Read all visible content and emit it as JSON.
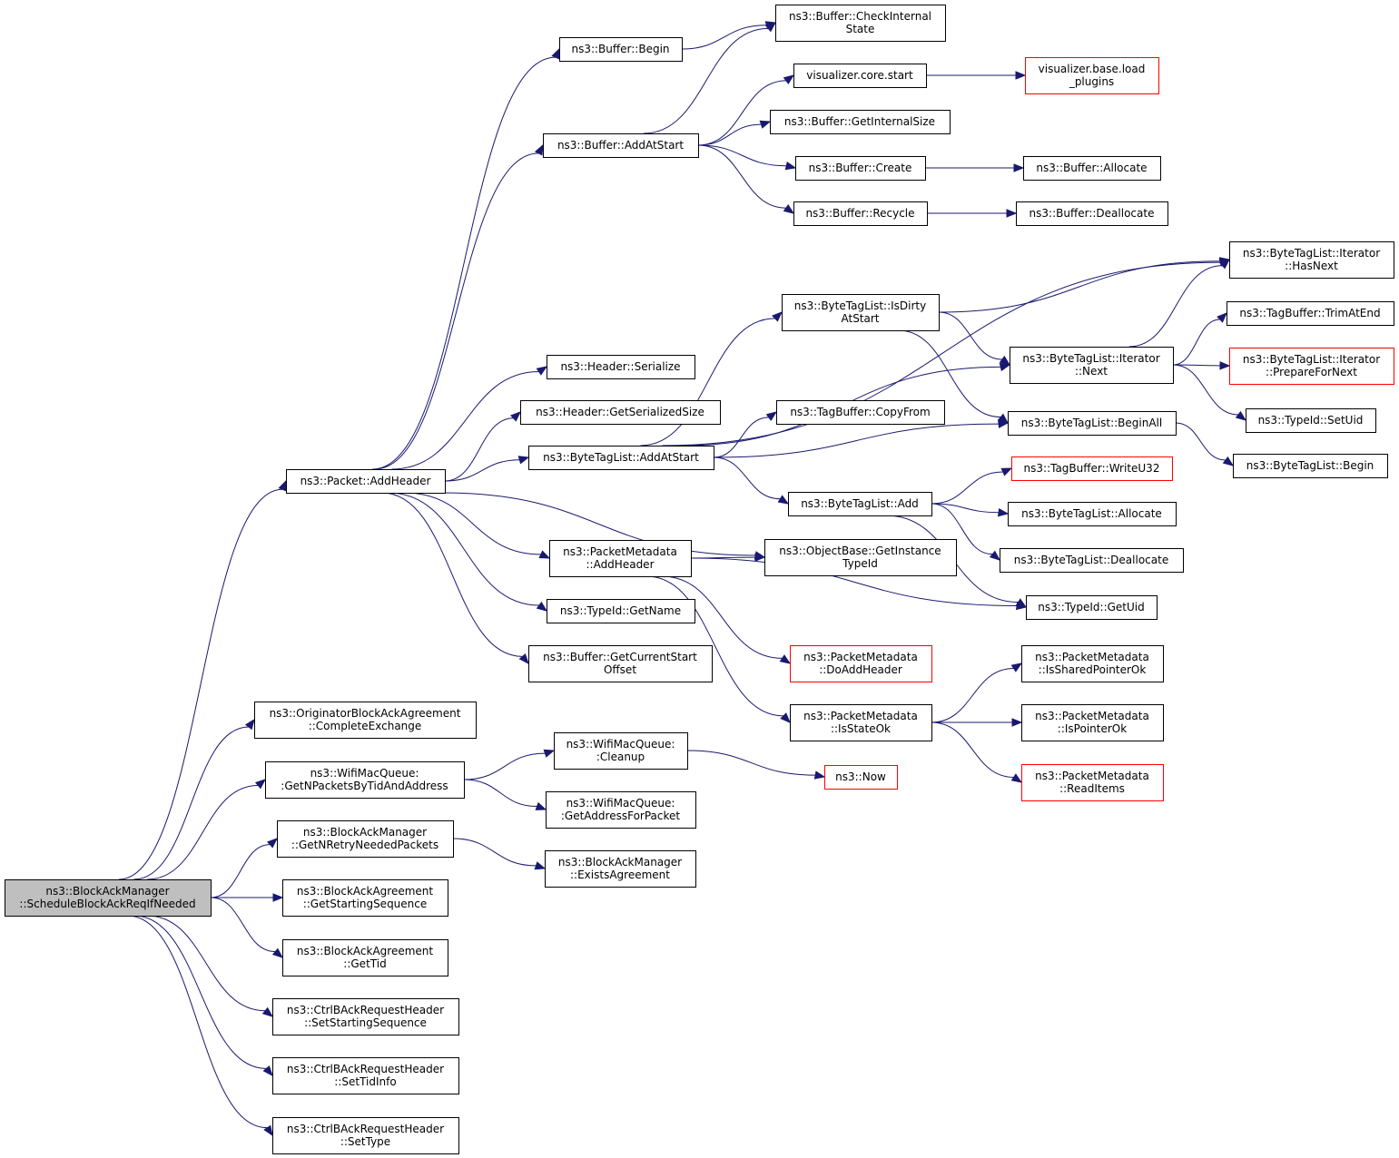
{
  "nodes": {
    "root": [
      "ns3::BlockAckManager",
      "::ScheduleBlockAckReqIfNeeded"
    ],
    "packet_addheader": [
      "ns3::Packet::AddHeader"
    ],
    "complete_exchange": [
      "ns3::OriginatorBlockAckAgreement",
      "::CompleteExchange"
    ],
    "get_npackets": [
      "ns3::WifiMacQueue:",
      ":GetNPacketsByTidAndAddress"
    ],
    "get_nretry": [
      "ns3::BlockAckManager",
      "::GetNRetryNeededPackets"
    ],
    "get_starting_seq": [
      "ns3::BlockAckAgreement",
      "::GetStartingSequence"
    ],
    "get_tid": [
      "ns3::BlockAckAgreement",
      "::GetTid"
    ],
    "set_starting_seq": [
      "ns3::CtrlBAckRequestHeader",
      "::SetStartingSequence"
    ],
    "set_tid_info": [
      "ns3::CtrlBAckRequestHeader",
      "::SetTidInfo"
    ],
    "set_type": [
      "ns3::CtrlBAckRequestHeader",
      "::SetType"
    ],
    "buffer_begin": [
      "ns3::Buffer::Begin"
    ],
    "buffer_addatstart": [
      "ns3::Buffer::AddAtStart"
    ],
    "header_serialize": [
      "ns3::Header::Serialize"
    ],
    "header_getserializedsize": [
      "ns3::Header::GetSerializedSize"
    ],
    "bytetaglist_addatstart": [
      "ns3::ByteTagList::AddAtStart"
    ],
    "packetmetadata_addheader": [
      "ns3::PacketMetadata",
      "::AddHeader"
    ],
    "typeid_getname": [
      "ns3::TypeId::GetName"
    ],
    "buffer_getcurrentstartoffset": [
      "ns3::Buffer::GetCurrentStart",
      "Offset"
    ],
    "wifimacqueue_cleanup": [
      "ns3::WifiMacQueue:",
      ":Cleanup"
    ],
    "wifimacqueue_getaddressforpacket": [
      "ns3::WifiMacQueue:",
      ":GetAddressForPacket"
    ],
    "blockackmanager_existsagreement": [
      "ns3::BlockAckManager",
      "::ExistsAgreement"
    ],
    "buffer_checkinternalstate": [
      "ns3::Buffer::CheckInternal",
      "State"
    ],
    "visualizer_core_start": [
      "visualizer.core.start"
    ],
    "buffer_getinternalsize": [
      "ns3::Buffer::GetInternalSize"
    ],
    "buffer_create": [
      "ns3::Buffer::Create"
    ],
    "buffer_recycle": [
      "ns3::Buffer::Recycle"
    ],
    "bytetaglist_isdirtyatstart": [
      "ns3::ByteTagList::IsDirty",
      "AtStart"
    ],
    "tagbuffer_copyfrom": [
      "ns3::TagBuffer::CopyFrom"
    ],
    "bytetaglist_add": [
      "ns3::ByteTagList::Add"
    ],
    "objectbase_getinstancetypeid": [
      "ns3::ObjectBase::GetInstance",
      "TypeId"
    ],
    "packetmetadata_doaddheader": [
      "ns3::PacketMetadata",
      "::DoAddHeader"
    ],
    "packetmetadata_isstateok": [
      "ns3::PacketMetadata",
      "::IsStateOk"
    ],
    "ns3_now": [
      "ns3::Now"
    ],
    "visualizer_base_load_plugins": [
      "visualizer.base.load",
      "_plugins"
    ],
    "buffer_allocate": [
      "ns3::Buffer::Allocate"
    ],
    "buffer_deallocate": [
      "ns3::Buffer::Deallocate"
    ],
    "iterator_hasnext": [
      "ns3::ByteTagList::Iterator",
      "::HasNext"
    ],
    "iterator_next": [
      "ns3::ByteTagList::Iterator",
      "::Next"
    ],
    "bytetaglist_beginall": [
      "ns3::ByteTagList::BeginAll"
    ],
    "tagbuffer_writeu32": [
      "ns3::TagBuffer::WriteU32"
    ],
    "bytetaglist_allocate": [
      "ns3::ByteTagList::Allocate"
    ],
    "bytetaglist_deallocate": [
      "ns3::ByteTagList::Deallocate"
    ],
    "typeid_getuid": [
      "ns3::TypeId::GetUid"
    ],
    "packetmetadata_issharedpointerok": [
      "ns3::PacketMetadata",
      "::IsSharedPointerOk"
    ],
    "packetmetadata_ispointerok": [
      "ns3::PacketMetadata",
      "::IsPointerOk"
    ],
    "packetmetadata_readitems": [
      "ns3::PacketMetadata",
      "::ReadItems"
    ],
    "tagbuffer_trimatend": [
      "ns3::TagBuffer::TrimAtEnd"
    ],
    "iterator_preparefornext": [
      "ns3::ByteTagList::Iterator",
      "::PrepareForNext"
    ],
    "typeid_setuid": [
      "ns3::TypeId::SetUid"
    ],
    "bytetaglist_begin": [
      "ns3::ByteTagList::Begin"
    ]
  },
  "highlighted_node": "root",
  "truncated_nodes": [
    "visualizer_base_load_plugins",
    "tagbuffer_writeu32",
    "packetmetadata_doaddheader",
    "ns3_now",
    "packetmetadata_readitems",
    "iterator_preparefornext"
  ],
  "edges": [
    [
      "root",
      "packet_addheader"
    ],
    [
      "root",
      "complete_exchange"
    ],
    [
      "root",
      "get_npackets"
    ],
    [
      "root",
      "get_nretry"
    ],
    [
      "root",
      "get_starting_seq"
    ],
    [
      "root",
      "get_tid"
    ],
    [
      "root",
      "set_starting_seq"
    ],
    [
      "root",
      "set_tid_info"
    ],
    [
      "root",
      "set_type"
    ],
    [
      "packet_addheader",
      "buffer_begin"
    ],
    [
      "packet_addheader",
      "buffer_addatstart"
    ],
    [
      "packet_addheader",
      "header_serialize"
    ],
    [
      "packet_addheader",
      "header_getserializedsize"
    ],
    [
      "packet_addheader",
      "bytetaglist_addatstart"
    ],
    [
      "packet_addheader",
      "packetmetadata_addheader"
    ],
    [
      "packet_addheader",
      "objectbase_getinstancetypeid"
    ],
    [
      "packet_addheader",
      "typeid_getname"
    ],
    [
      "packet_addheader",
      "buffer_getcurrentstartoffset"
    ],
    [
      "get_npackets",
      "wifimacqueue_cleanup"
    ],
    [
      "get_npackets",
      "wifimacqueue_getaddressforpacket"
    ],
    [
      "get_nretry",
      "blockackmanager_existsagreement"
    ],
    [
      "wifimacqueue_cleanup",
      "ns3_now"
    ],
    [
      "buffer_begin",
      "buffer_checkinternalstate"
    ],
    [
      "buffer_addatstart",
      "buffer_checkinternalstate"
    ],
    [
      "buffer_addatstart",
      "visualizer_core_start"
    ],
    [
      "buffer_addatstart",
      "buffer_getinternalsize"
    ],
    [
      "buffer_addatstart",
      "buffer_create"
    ],
    [
      "buffer_addatstart",
      "buffer_recycle"
    ],
    [
      "visualizer_core_start",
      "visualizer_base_load_plugins"
    ],
    [
      "buffer_create",
      "buffer_allocate"
    ],
    [
      "buffer_recycle",
      "buffer_deallocate"
    ],
    [
      "bytetaglist_addatstart",
      "iterator_hasnext"
    ],
    [
      "bytetaglist_addatstart",
      "bytetaglist_isdirtyatstart"
    ],
    [
      "bytetaglist_addatstart",
      "iterator_next"
    ],
    [
      "bytetaglist_addatstart",
      "tagbuffer_copyfrom"
    ],
    [
      "bytetaglist_addatstart",
      "bytetaglist_beginall"
    ],
    [
      "bytetaglist_addatstart",
      "bytetaglist_add"
    ],
    [
      "bytetaglist_isdirtyatstart",
      "iterator_hasnext"
    ],
    [
      "bytetaglist_isdirtyatstart",
      "iterator_next"
    ],
    [
      "bytetaglist_isdirtyatstart",
      "bytetaglist_beginall"
    ],
    [
      "iterator_next",
      "iterator_hasnext"
    ],
    [
      "iterator_next",
      "tagbuffer_trimatend"
    ],
    [
      "iterator_next",
      "iterator_preparefornext"
    ],
    [
      "iterator_next",
      "typeid_setuid"
    ],
    [
      "bytetaglist_beginall",
      "bytetaglist_begin"
    ],
    [
      "bytetaglist_add",
      "tagbuffer_writeu32"
    ],
    [
      "bytetaglist_add",
      "bytetaglist_allocate"
    ],
    [
      "bytetaglist_add",
      "bytetaglist_deallocate"
    ],
    [
      "bytetaglist_add",
      "typeid_getuid"
    ],
    [
      "packetmetadata_addheader",
      "objectbase_getinstancetypeid"
    ],
    [
      "packetmetadata_addheader",
      "typeid_getuid"
    ],
    [
      "packetmetadata_addheader",
      "packetmetadata_doaddheader"
    ],
    [
      "packetmetadata_addheader",
      "packetmetadata_isstateok"
    ],
    [
      "packetmetadata_isstateok",
      "packetmetadata_issharedpointerok"
    ],
    [
      "packetmetadata_isstateok",
      "packetmetadata_ispointerok"
    ],
    [
      "packetmetadata_isstateok",
      "packetmetadata_readitems"
    ]
  ]
}
